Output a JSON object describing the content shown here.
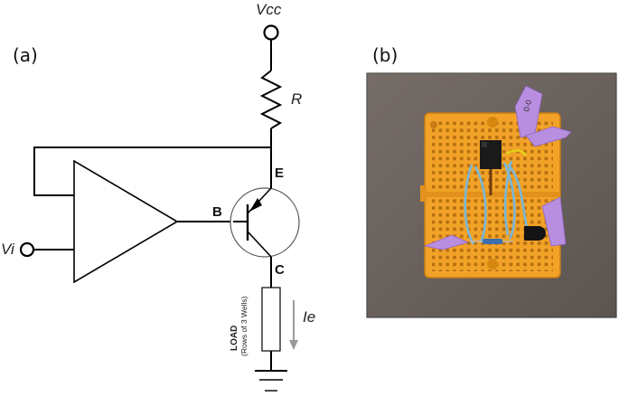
{
  "panels": {
    "a_label": "(a)",
    "b_label": "(b)"
  },
  "circuit": {
    "vcc": "Vcc",
    "resistor": "R",
    "emitter": "E",
    "base": "B",
    "collector": "C",
    "input": "Vi",
    "load_line1": "LOAD",
    "load_line2": "(Rows of 3  Wells)",
    "current": "Ie"
  },
  "photo": {
    "description_icon": "breadboard-photo",
    "colors": {
      "background": "#6f6661",
      "breadboard": "#f2a227",
      "wire": "#7ab7d8",
      "tape": "#b88ee0"
    }
  }
}
